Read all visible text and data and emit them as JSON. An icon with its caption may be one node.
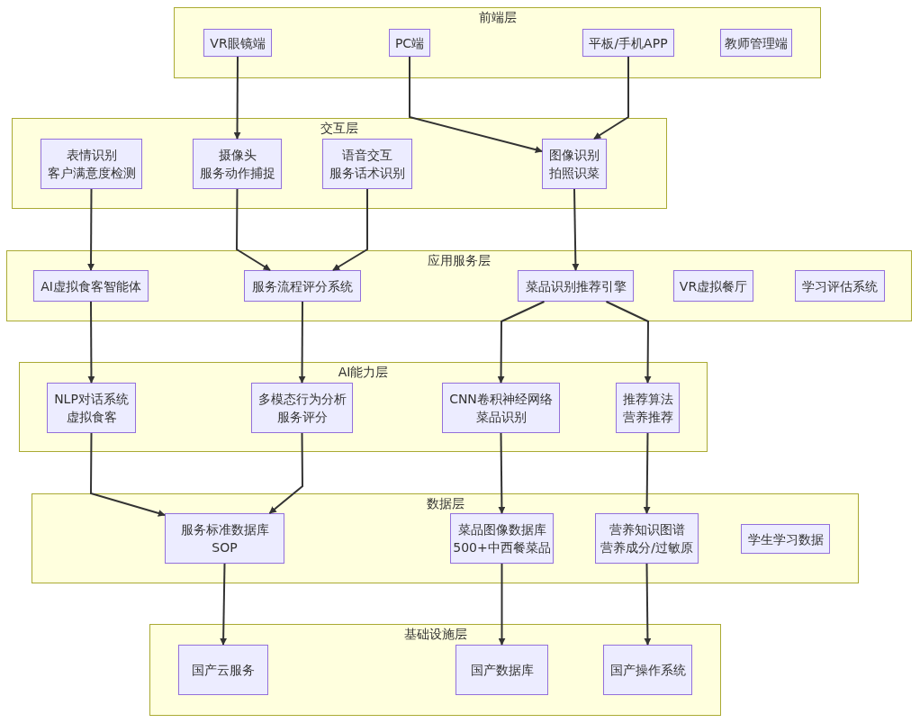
{
  "diagram": {
    "nodes": [
      {
        "text": [
          "前端层"
        ]
      },
      {
        "text": [
          "VR眼镜端"
        ],
        "in": 0
      },
      {
        "text": [
          "PC端"
        ],
        "in": 0
      },
      {
        "text": [
          "平板/手机APP"
        ],
        "in": 0
      },
      {
        "text": [
          "教师管理端"
        ],
        "in": 0
      },
      {
        "text": [
          "交互层"
        ]
      },
      {
        "text": [
          "表情识别",
          "客户满意度检测"
        ],
        "in": 5
      },
      {
        "text": [
          "摄像头",
          "服务动作捕捉"
        ],
        "in": 5
      },
      {
        "text": [
          "语音交互",
          "服务话术识别"
        ],
        "in": 5
      },
      {
        "text": [
          "图像识别",
          "拍照识菜"
        ],
        "in": 5
      },
      {
        "text": [
          "应用服务层"
        ]
      },
      {
        "text": [
          "AI虚拟食客智能体"
        ],
        "in": 10
      },
      {
        "text": [
          "服务流程评分系统"
        ],
        "in": 10
      },
      {
        "text": [
          "菜品识别推荐引擎"
        ],
        "in": 10
      },
      {
        "text": [
          "VR虚拟餐厅"
        ],
        "in": 10
      },
      {
        "text": [
          "学习评估系统"
        ],
        "in": 10
      },
      {
        "text": [
          "AI能力层"
        ]
      },
      {
        "text": [
          "NLP对话系统",
          "虚拟食客"
        ],
        "in": 16
      },
      {
        "text": [
          "多模态行为分析",
          "服务评分"
        ],
        "in": 16
      },
      {
        "text": [
          "CNN卷积神经网络",
          "菜品识别"
        ],
        "in": 16
      },
      {
        "text": [
          "推荐算法",
          "营养推荐"
        ],
        "in": 16
      },
      {
        "text": [
          "数据层"
        ]
      },
      {
        "text": [
          "服务标准数据库",
          "SOP"
        ],
        "in": 21
      },
      {
        "text": [
          "菜品图像数据库",
          "500+中西餐菜品"
        ],
        "in": 21
      },
      {
        "text": [
          "营养知识图谱",
          "营养成分/过敏原"
        ],
        "in": 21
      },
      {
        "text": [
          "学生学习数据"
        ],
        "in": 21
      },
      {
        "text": [
          "基础设施层"
        ]
      },
      {
        "text": [
          "国产云服务"
        ],
        "in": 26
      },
      {
        "text": [
          "国产数据库"
        ],
        "in": 26
      },
      {
        "text": [
          "国产操作系统"
        ],
        "in": 26
      }
    ],
    "edges": [
      {
        "from": 1,
        "to": 7,
        "arrow": "to"
      },
      {
        "from": 2,
        "to": 9,
        "arrow": "to"
      },
      {
        "from": 3,
        "to": 9,
        "arrow": "to"
      },
      {
        "from": 6,
        "to": 11,
        "arrow": "to"
      },
      {
        "from": 7,
        "to": 12,
        "arrow": "to"
      },
      {
        "from": 8,
        "to": 12,
        "arrow": "to"
      },
      {
        "from": 9,
        "to": 13,
        "arrow": "to"
      },
      {
        "from": 11,
        "to": 17,
        "arrow": "to"
      },
      {
        "from": 12,
        "to": 18,
        "arrow": "to"
      },
      {
        "from": 13,
        "to": 19,
        "arrow": "to"
      },
      {
        "from": 13,
        "to": 20,
        "arrow": "to"
      },
      {
        "from": 17,
        "to": 22,
        "arrow": "to"
      },
      {
        "from": 18,
        "to": 22,
        "arrow": "to"
      },
      {
        "from": 19,
        "to": 23,
        "arrow": "to"
      },
      {
        "from": 20,
        "to": 24,
        "arrow": "to"
      },
      {
        "from": 22,
        "to": 27,
        "arrow": "to"
      },
      {
        "from": 23,
        "to": 28,
        "arrow": "to"
      },
      {
        "from": 24,
        "to": 29,
        "arrow": "to"
      }
    ]
  }
}
